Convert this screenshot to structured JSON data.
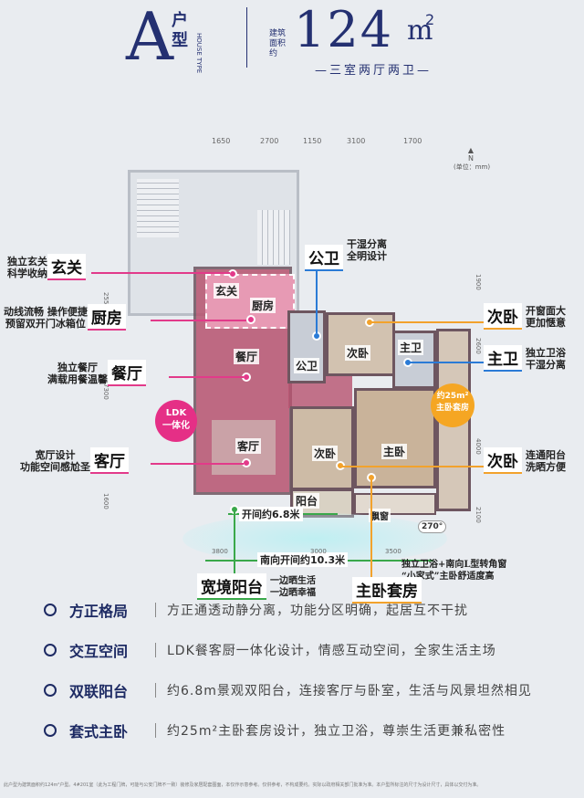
{
  "header": {
    "letter": "A",
    "type": "户型",
    "type_en": "HOUSE TYPE",
    "area_label": "建筑面积约",
    "area": "124",
    "unit": "m",
    "unit_sup": "2",
    "subtitle": "—三室两厅两卫—",
    "north": "N",
    "unit_note": "(单位：mm)"
  },
  "dimensions_top": [
    "1650",
    "2700",
    "1150",
    "3100",
    "1700"
  ],
  "dimensions_left": [
    "2550",
    "7300",
    "1600"
  ],
  "dimensions_right": [
    "1900",
    "2600",
    "4000",
    "2100"
  ],
  "dimensions_bottom": [
    "3800",
    "3000",
    "3500"
  ],
  "rooms": {
    "foyer": "玄关",
    "kitchen": "厨房",
    "dining": "餐厅",
    "living": "客厅",
    "public_bath": "公卫",
    "bed2": "次卧",
    "master_bath": "主卫",
    "bed3": "次卧",
    "master": "主卧",
    "balcony": "阳台",
    "bay": "飘窗"
  },
  "badges": {
    "ldk_line1": "LDK",
    "ldk_line2": "一体化",
    "suite_line1": "约25m²",
    "suite_line2": "主卧套房"
  },
  "measure": {
    "balcony_span": "开间约6.8米",
    "south_span": "南向开间约10.3米",
    "angle": "270°"
  },
  "callouts": {
    "foyer": {
      "d1": "独立玄关",
      "d2": "科学收纳",
      "tag": "玄关"
    },
    "kitchen": {
      "d1": "动线流畅 操作便捷",
      "d2": "预留双开门冰箱位",
      "tag": "厨房"
    },
    "dining": {
      "d1": "独立餐厅",
      "d2": "满载用餐温馨",
      "tag": "餐厅"
    },
    "living": {
      "d1": "宽厅设计",
      "d2": "功能空间感尬圣",
      "tag": "客厅"
    },
    "public_bath": {
      "d1": "干湿分离",
      "d2": "全明设计",
      "tag": "公卫"
    },
    "bed2": {
      "d1": "开窗面大",
      "d2": "更加惬意",
      "tag": "次卧"
    },
    "master_bath": {
      "d1": "独立卫浴",
      "d2": "干湿分离",
      "tag": "主卫"
    },
    "bed3": {
      "d1": "连通阳台",
      "d2": "洗晒方便",
      "tag": "次卧"
    },
    "balcony": {
      "d1": "一边晒生活",
      "d2": "一边晒幸福",
      "tag": "宽境阳台"
    },
    "master": {
      "d1": "独立卫浴+南向L型转角窗",
      "d2": "“小家式”主卧舒适度高",
      "tag": "主卧套房"
    }
  },
  "features": [
    {
      "title": "方正格局",
      "text": "方正通透动静分离，功能分区明确，起居互不干扰"
    },
    {
      "title": "交互空间",
      "text": "LDK餐客厨一体化设计，情感互动空间，全家生活主场"
    },
    {
      "title": "双联阳台",
      "text": "约6.8m景观双阳台，连接客厅与卧室，生活与风景坦然相见"
    },
    {
      "title": "套式主卧",
      "text": "约25m²主卧套房设计，独立卫浴，尊崇生活更兼私密性"
    }
  ],
  "disclaimer": "此户型为建筑面积约124m²户型。4#201室（此为工程门牌，可能与公安门牌不一致）装修及家居配套图面，本仅作示意参考。仅供参考，不构成要约。实际以政府相关部门批准为准。本户型所标注的尺寸为设计尺寸，具体以交付为准。",
  "colors": {
    "pink": "#e23a8a",
    "orange": "#f2a22c",
    "blue": "#2b7bd6",
    "green": "#3aa84a",
    "navy": "#243071"
  }
}
